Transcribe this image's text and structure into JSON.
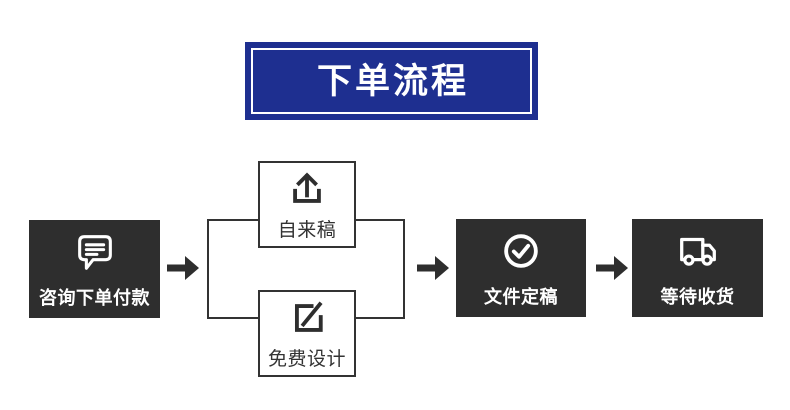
{
  "banner": {
    "title": "下单流程",
    "bg_color": "#1e2f90",
    "text_color": "#ffffff"
  },
  "steps": [
    {
      "id": "step-consult",
      "label": "咨询下单付款",
      "icon": "chat-icon",
      "style": "dark"
    },
    {
      "id": "branch-top",
      "label": "自来稿",
      "icon": "upload-icon",
      "style": "outline"
    },
    {
      "id": "branch-bottom",
      "label": "免费设计",
      "icon": "edit-icon",
      "style": "outline"
    },
    {
      "id": "step-finalize",
      "label": "文件定稿",
      "icon": "check-circle-icon",
      "style": "dark"
    },
    {
      "id": "step-receive",
      "label": "等待收货",
      "icon": "truck-icon",
      "style": "dark"
    }
  ],
  "connectors": {
    "arrow_count": 3,
    "arrow_color": "#2e2e2e",
    "branch_line_color": "#333333"
  },
  "colors": {
    "background": "#ffffff",
    "dark_box": "#2e2e2e",
    "banner_blue": "#1e2f90",
    "outline_border": "#333333"
  }
}
